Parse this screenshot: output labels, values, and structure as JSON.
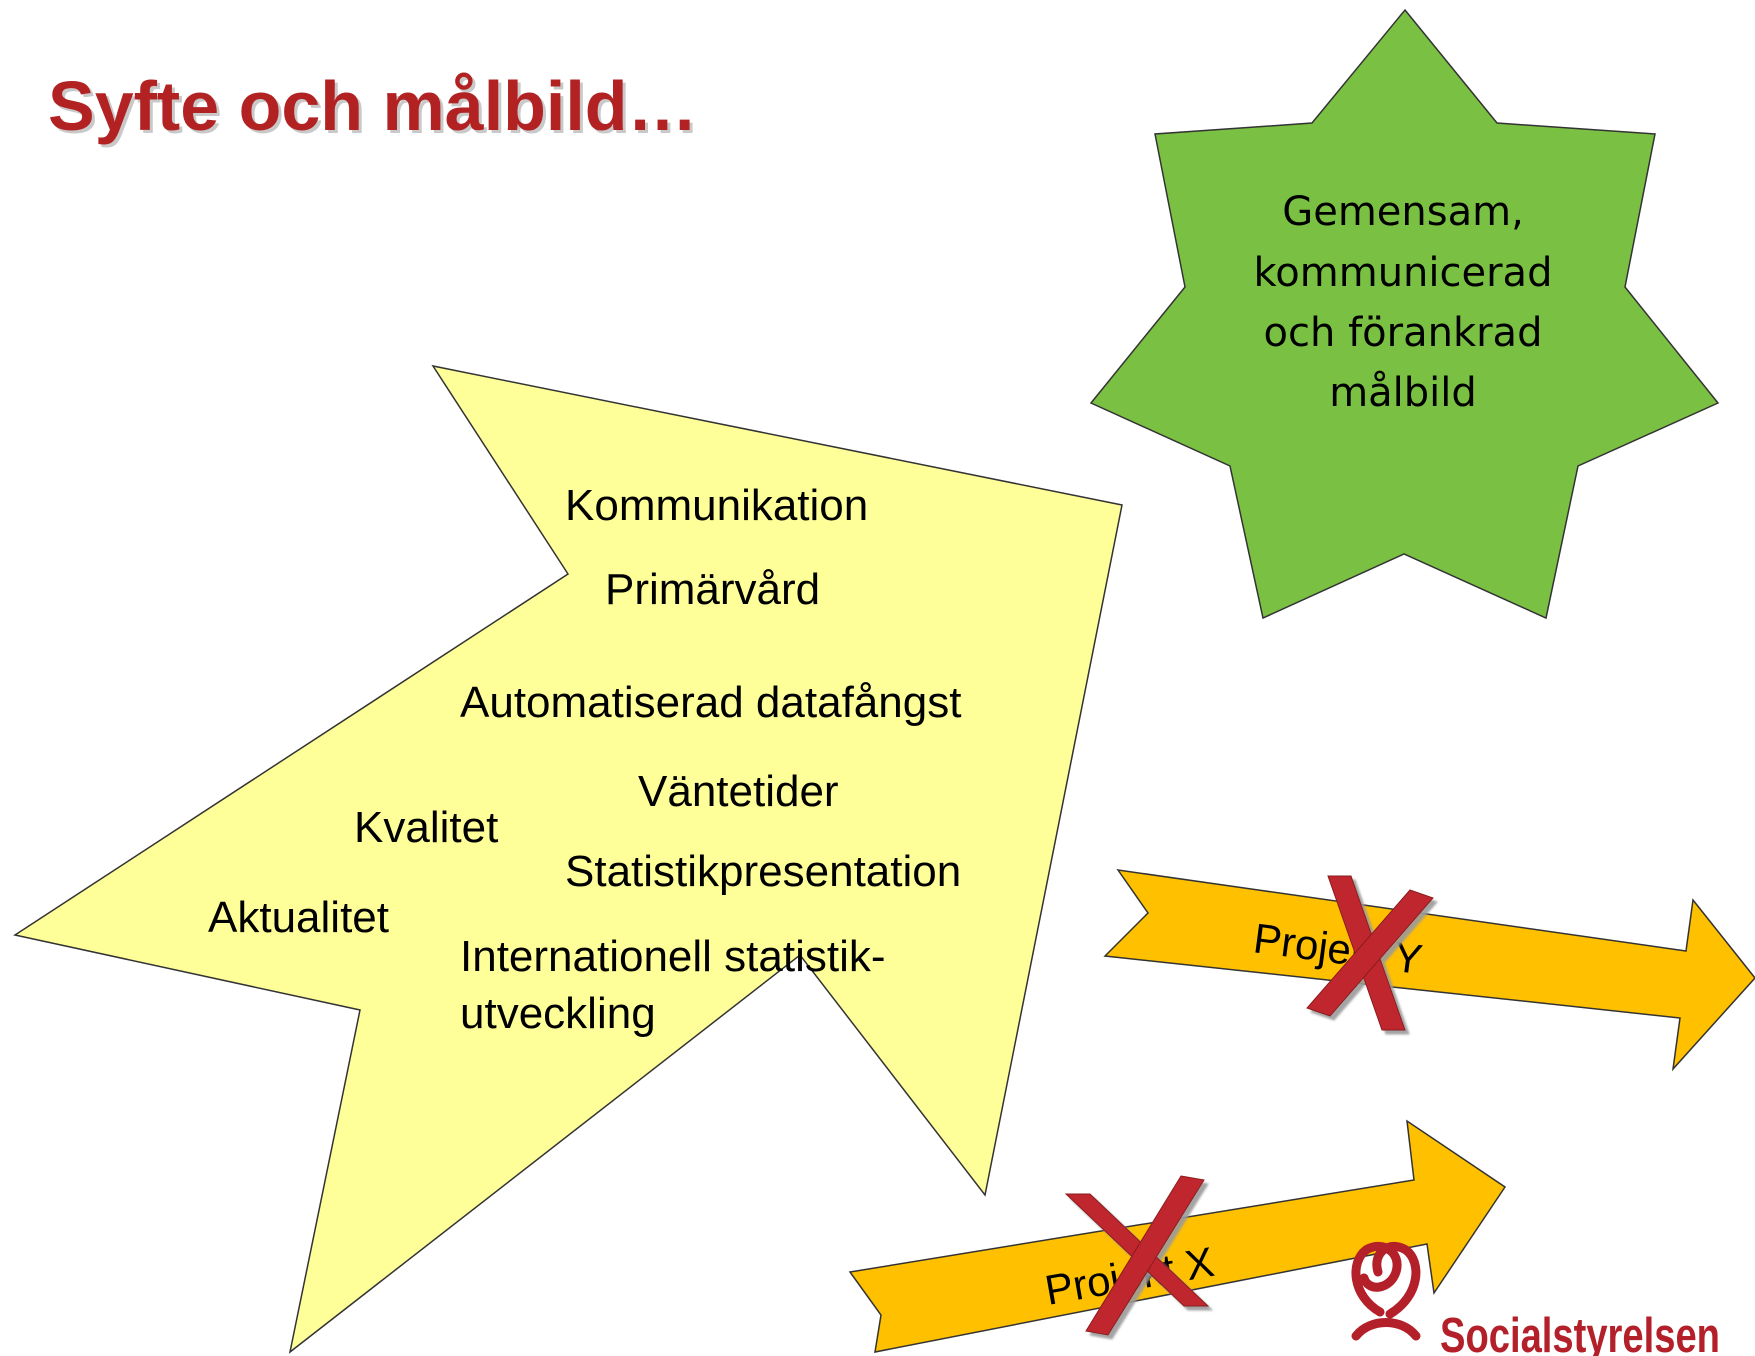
{
  "title": "Syfte och målbild…",
  "colors": {
    "title": "#b22222",
    "big_arrow_fill": "#ffff99",
    "star_fill": "#7ac143",
    "project_arrow_fill": "#ffc000",
    "cross": "#c0282d",
    "logo": "#b3202a"
  },
  "goal_star": {
    "lines": [
      "Gemensam,",
      "kommunicerad",
      "och förankrad",
      "målbild"
    ]
  },
  "big_arrow": {
    "keywords": {
      "kommunikation": "Kommunikation",
      "primarvard": "Primärvård",
      "automatiserad": "Automatiserad datafångst",
      "vantetider": "Väntetider",
      "kvalitet": "Kvalitet",
      "statistikpresentation": "Statistikpresentation",
      "aktualitet": "Aktualitet",
      "internationell_1": "Internationell statistik-",
      "internationell_2": "utveckling"
    }
  },
  "projects": {
    "y": {
      "label": "Projekt Y",
      "crossed": true,
      "icon": "x-mark-icon"
    },
    "x": {
      "label": "Projekt X",
      "crossed": true,
      "icon": "x-mark-icon"
    }
  },
  "logo": {
    "text": "Socialstyrelsen",
    "icon": "socialstyrelsen-emblem"
  }
}
